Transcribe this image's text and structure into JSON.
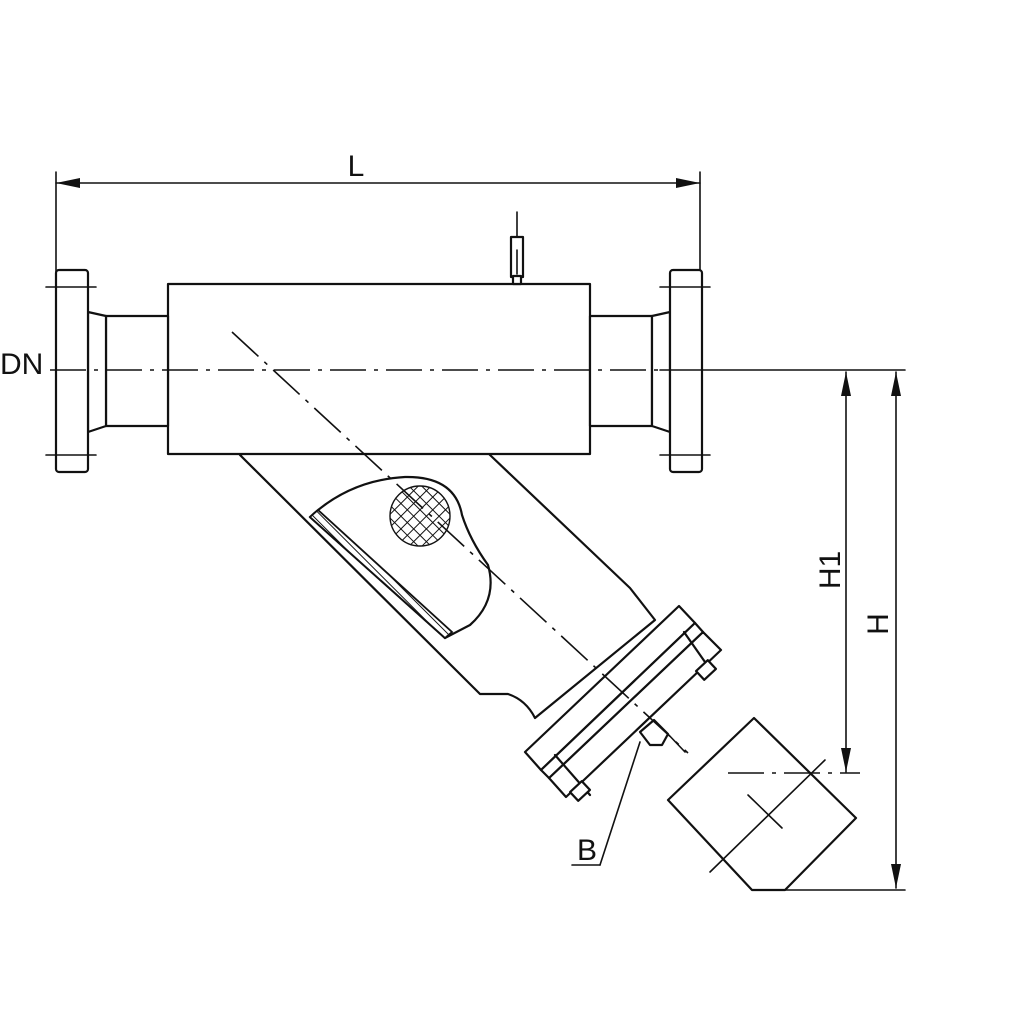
{
  "labels": {
    "length": "L",
    "nominal_diameter": "DN",
    "height_1": "H1",
    "height": "H",
    "drain": "B"
  }
}
